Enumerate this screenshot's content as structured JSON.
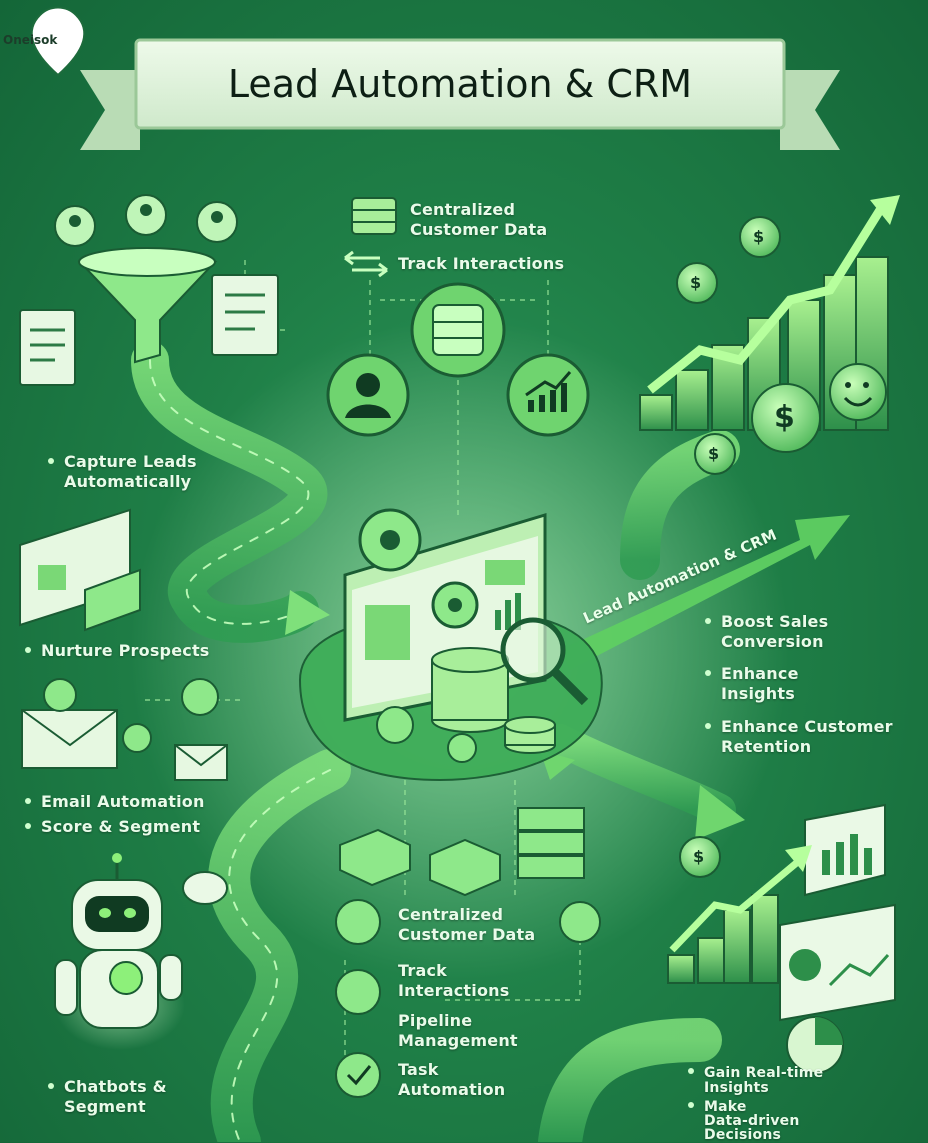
{
  "brand": {
    "name": "Oneisok"
  },
  "title": "Lead Automation & CRM",
  "top_center": {
    "centralized": "Centralized\nCustomer Data",
    "track": "Track Interactions"
  },
  "left_labels": {
    "capture": "Capture Leads\nAutomatically",
    "nurture": "Nurture Prospects",
    "email": "Email Automation",
    "score": "Score & Segment",
    "chatbots": "Chatbots &\nSegment"
  },
  "arrow_text": "Lead Automation & CRM",
  "right_labels": {
    "boost": "Boost Sales\nConversion",
    "insights": "Enhance\nInsights",
    "retention": "Enhance Customer\nRetention"
  },
  "bottom_center": {
    "centralized": "Centralized\nCustomer Data",
    "track": "Track\nInteractions",
    "pipeline": "Pipeline\nManagement",
    "task": "Task\nAutomation"
  },
  "bottom_right": {
    "gain": "Gain Real-time\nInsights",
    "decisions": "Make\nData-driven\nDecisions"
  },
  "icons": {
    "currency": "$"
  },
  "colors": {
    "bg_dark": "#146638",
    "bg_mid": "#1f7f47",
    "accent": "#8df07a",
    "text": "#e9fbe9",
    "banner": "#dff3dc"
  }
}
